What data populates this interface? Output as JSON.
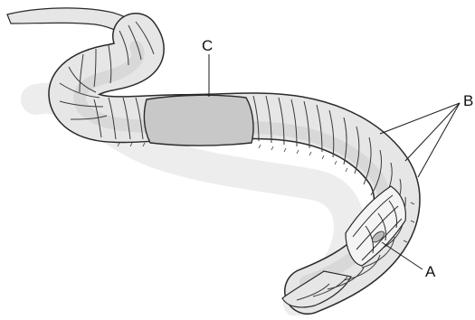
{
  "diagram": {
    "subject": "earthworm",
    "labels": {
      "a": "A",
      "b": "B",
      "c": "C"
    },
    "colors": {
      "body": "#e6e6e6",
      "body_shade": "#cfcfcf",
      "clitellum": "#c8c8c8",
      "outline": "#2a2a2a",
      "shadow": "#dcdcdc"
    }
  }
}
